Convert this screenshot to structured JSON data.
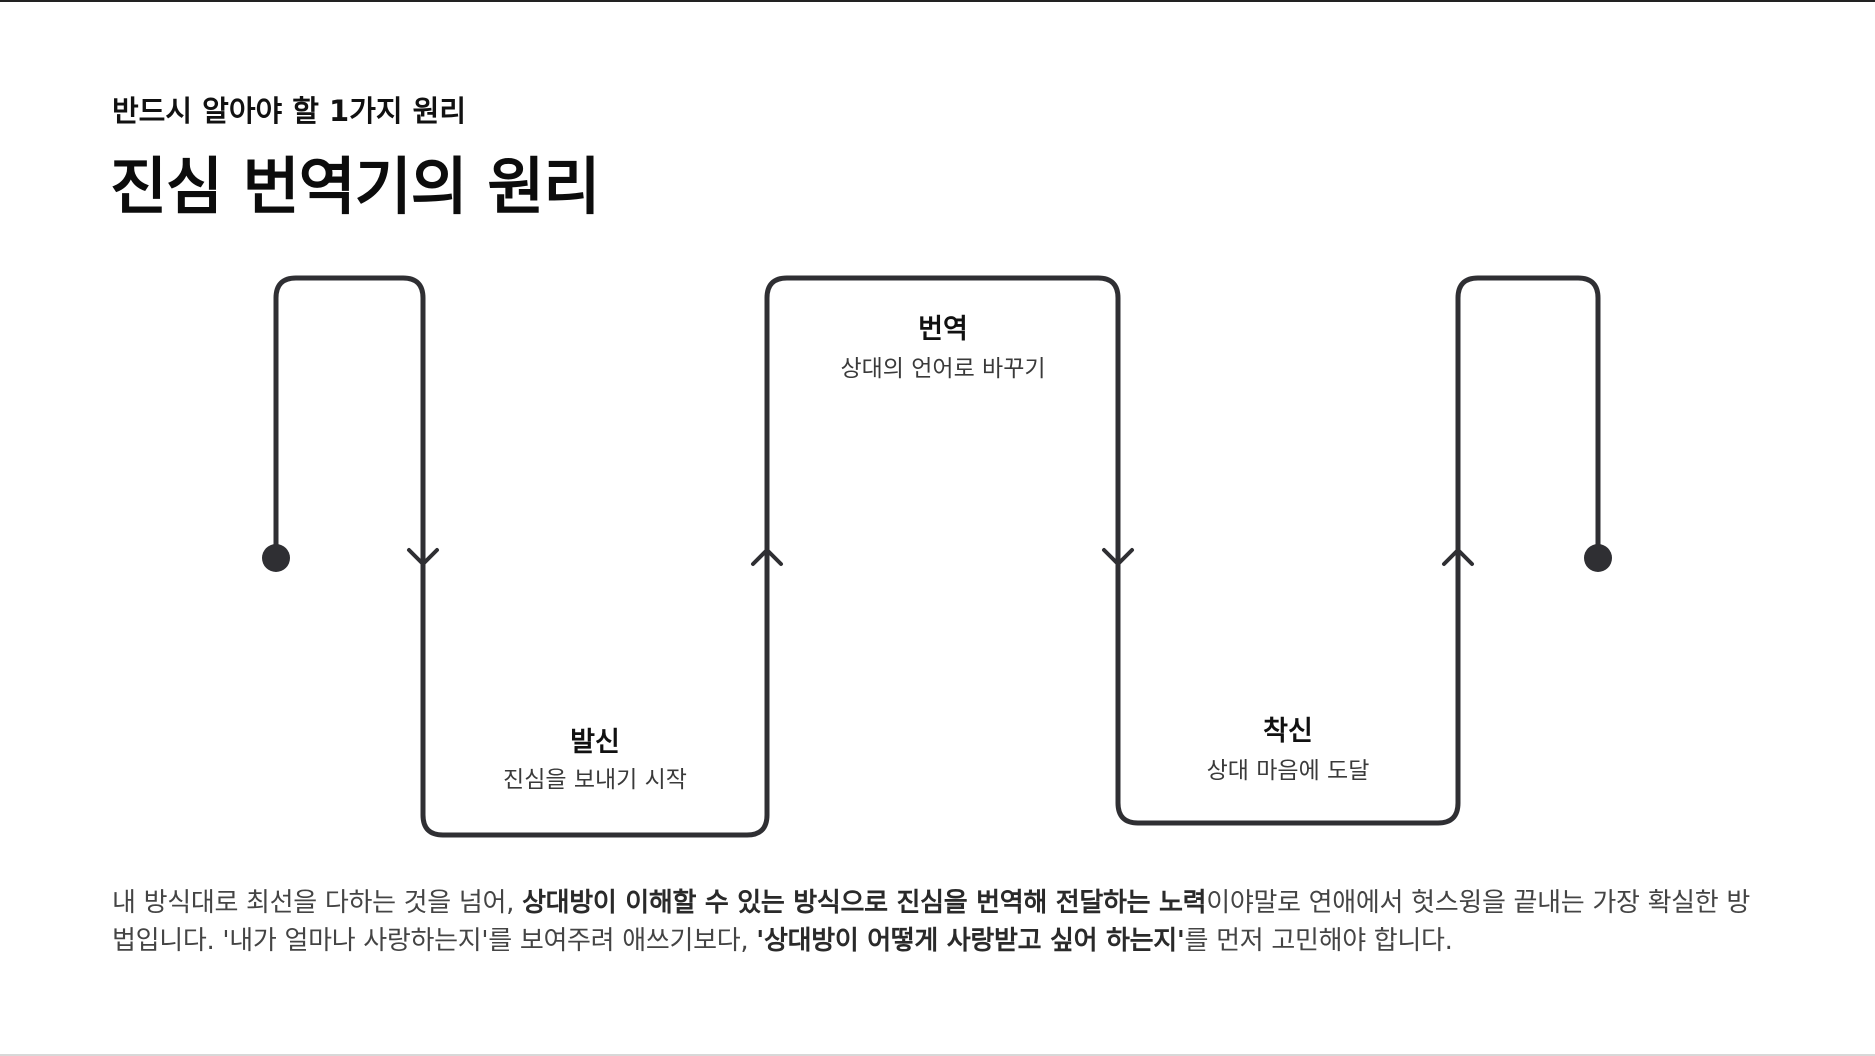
{
  "header": {
    "subtitle": "반드시 알아야 할 1가지 원리",
    "title": "진심 번역기의 원리"
  },
  "diagram": {
    "steps": [
      {
        "title": "발신",
        "desc": "진심을 보내기 시작"
      },
      {
        "title": "번역",
        "desc": "상대의 언어로 바꾸기"
      },
      {
        "title": "착신",
        "desc": "상대 마음에 도달"
      }
    ],
    "line_color": "#2f2f33"
  },
  "body": {
    "p1": "내 방식대로 최선을 다하는 것을 넘어, ",
    "p1_bold": "상대방이 이해할 수 있는 방식으로 진심을 번역해 전달하는 노력",
    "p2": "이야말로 연애에서 헛스윙을 끝내는 가장 확실한 방법입니다. '내가 얼마나 사랑하는지'를 보여주려 애쓰기보다, ",
    "p2_bold": "'상대방이 어떻게 사랑받고 싶어 하는지'",
    "p3": "를 먼저 고민해야 합니다."
  }
}
